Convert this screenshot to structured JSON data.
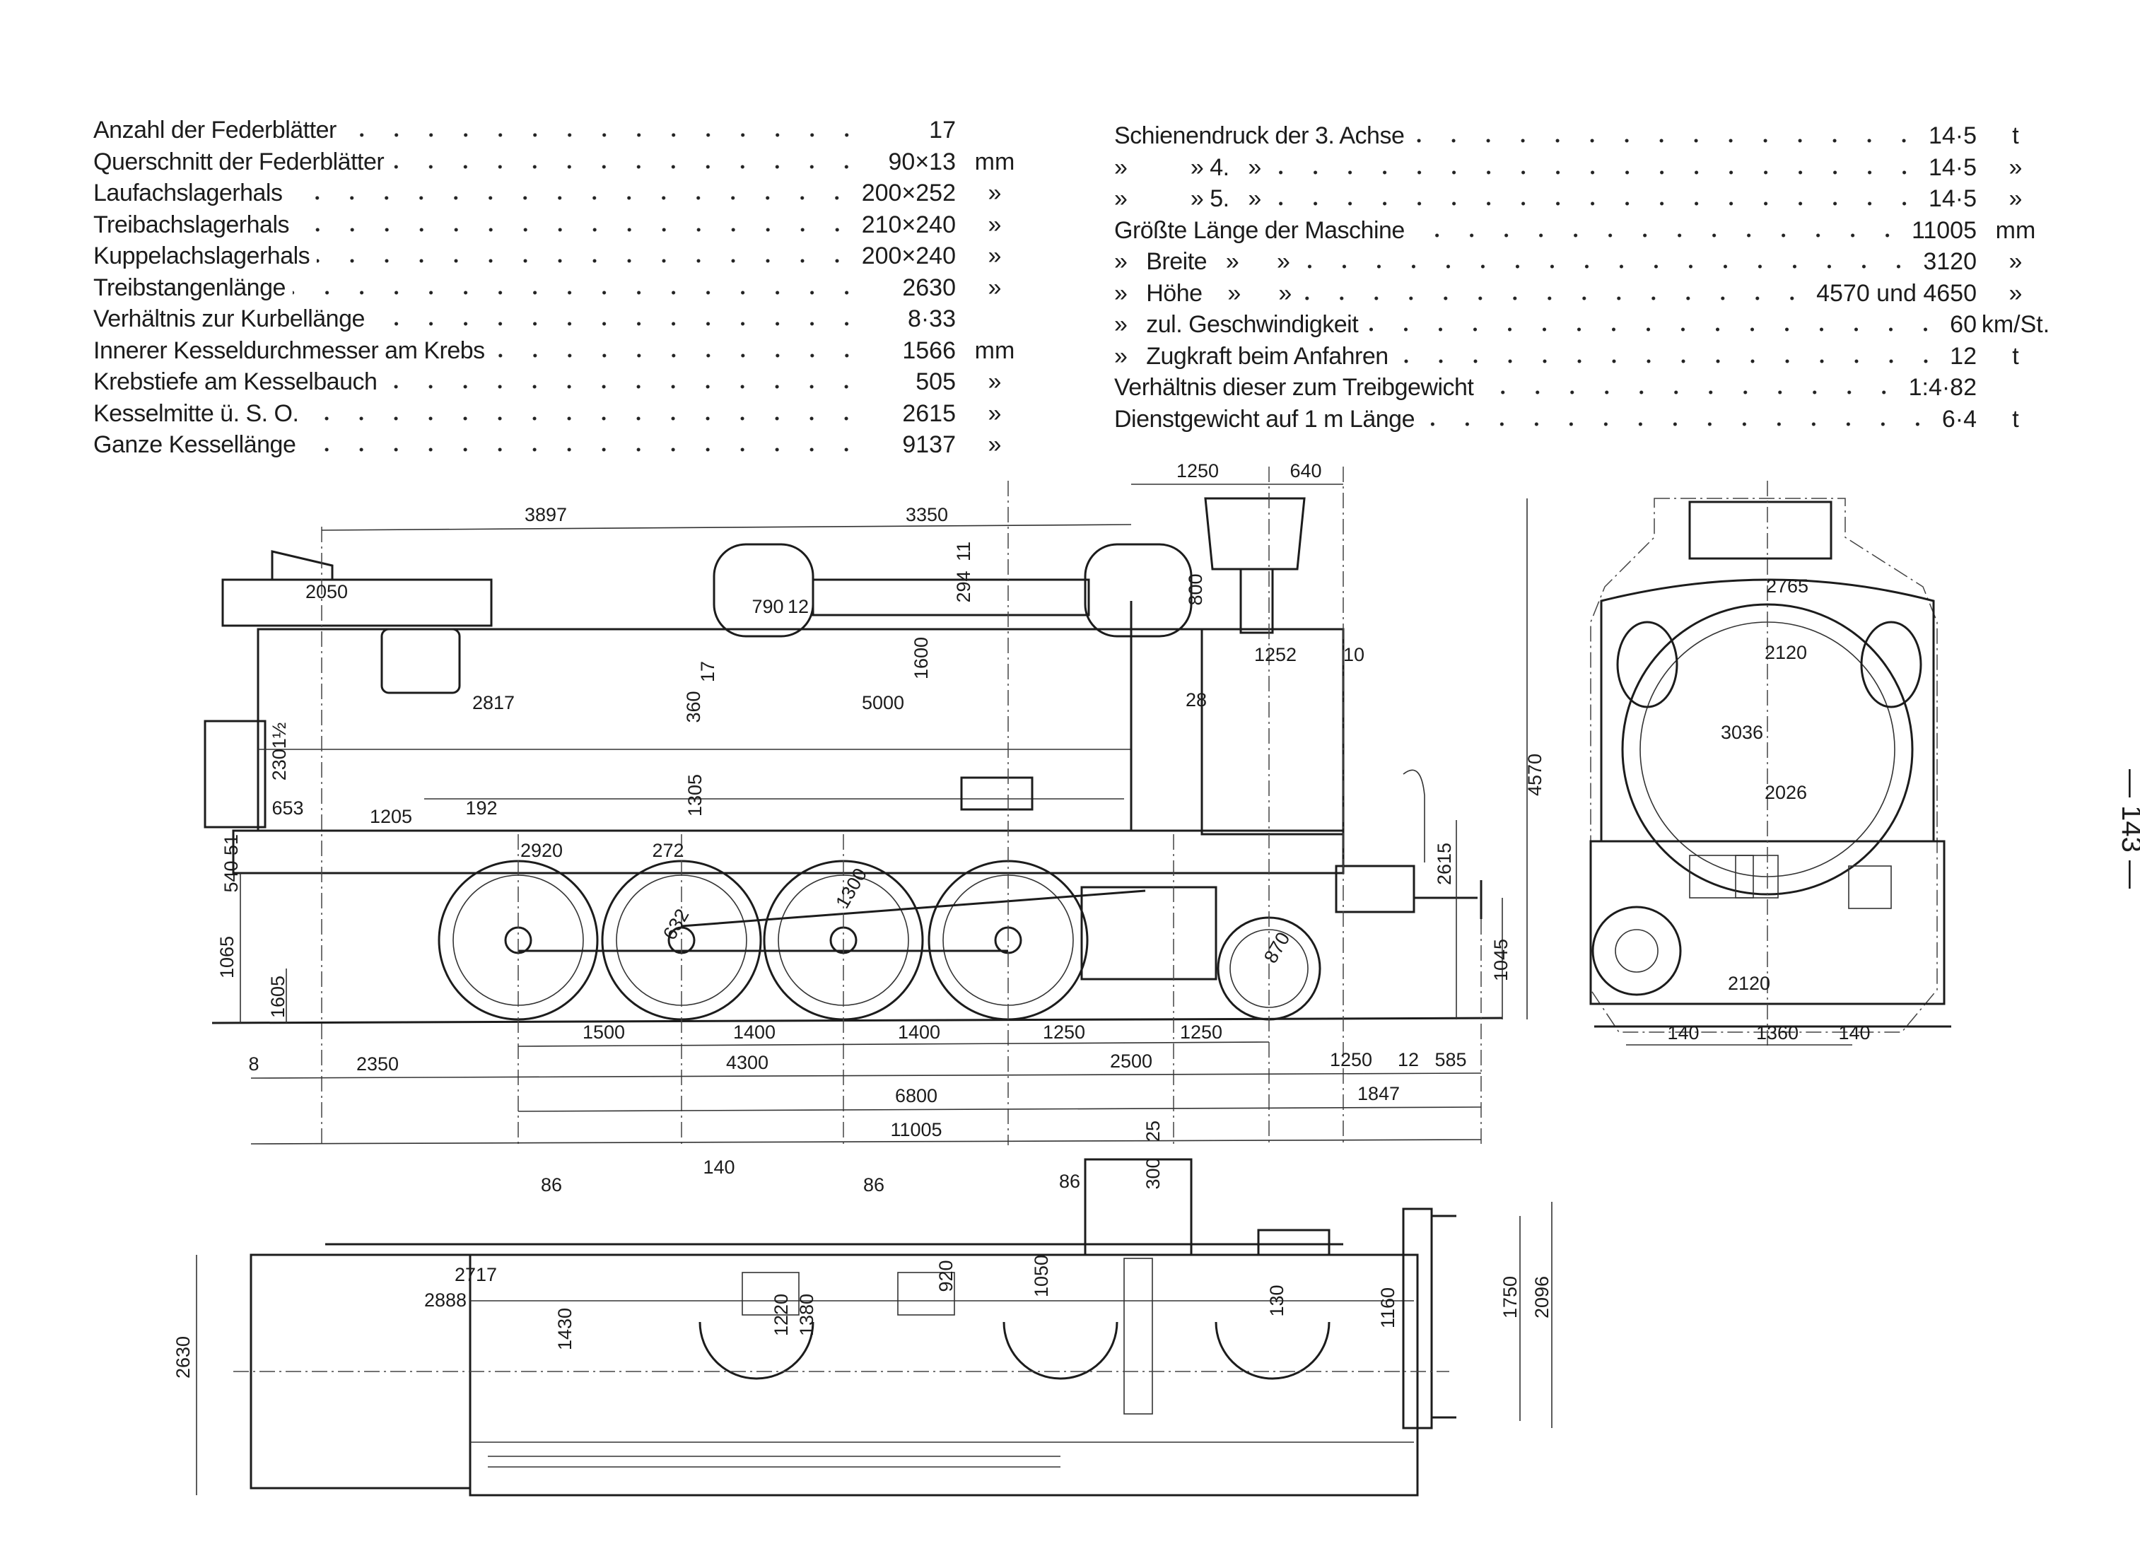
{
  "specs_left": [
    {
      "label": "Anzahl der Federblätter",
      "value": "17",
      "unit": ""
    },
    {
      "label": "Querschnitt der Federblätter",
      "value": "90×13",
      "unit": "mm"
    },
    {
      "label": "Laufachslagerhals",
      "value": "200×252",
      "unit": "»"
    },
    {
      "label": "Treibachslagerhals",
      "value": "210×240",
      "unit": "»"
    },
    {
      "label": "Kuppelachslagerhals",
      "value": "200×240",
      "unit": "»"
    },
    {
      "label": "Treibstangenlänge",
      "value": "2630",
      "unit": "»"
    },
    {
      "label": "Verhältnis zur Kurbellänge",
      "value": "8·33",
      "unit": ""
    },
    {
      "label": "Innerer Kesseldurchmesser am Krebs",
      "value": "1566",
      "unit": "mm"
    },
    {
      "label": "Krebstiefe am Kesselbauch",
      "value": "505",
      "unit": "»"
    },
    {
      "label": "Kesselmitte ü. S. O.",
      "value": "2615",
      "unit": "»"
    },
    {
      "label": "Ganze Kessellänge",
      "value": "9137",
      "unit": "»"
    }
  ],
  "specs_right": [
    {
      "label": "Schienendruck der 3. Achse",
      "value": "14·5",
      "unit": "t"
    },
    {
      "label": "»          » 4.   »",
      "value": "14·5",
      "unit": "»"
    },
    {
      "label": "»          » 5.   »",
      "value": "14·5",
      "unit": "»"
    },
    {
      "label": "Größte Länge der Maschine",
      "value": "11005",
      "unit": "mm"
    },
    {
      "label": "»   Breite   »      »",
      "value": "3120",
      "unit": "»"
    },
    {
      "label": "»   Höhe    »      »",
      "value": "4570 und 4650",
      "unit": "»"
    },
    {
      "label": "»   zul. Geschwindigkeit",
      "value": "60",
      "unit": "km/St."
    },
    {
      "label": "»   Zugkraft beim Anfahren",
      "value": "12",
      "unit": "t"
    },
    {
      "label": "Verhältnis dieser zum Treibgewicht",
      "value": "1:4·82",
      "unit": ""
    },
    {
      "label": "Dienstgewicht auf 1 m Länge",
      "value": "6·4",
      "unit": "t"
    }
  ],
  "drawing": {
    "side_view_dimensions": [
      "3897",
      "3350",
      "1250",
      "640",
      "2050",
      "790",
      "12",
      "294",
      "11",
      "800",
      "1600",
      "5000",
      "2817",
      "1252",
      "28",
      "10",
      "360",
      "17",
      "2301½",
      "653",
      "1205",
      "192",
      "1305",
      "2920",
      "272",
      "540",
      "51",
      "1065",
      "1605",
      "1300",
      "632",
      "870",
      "4570",
      "2615",
      "1045"
    ],
    "bottom_dimensions": [
      "1500",
      "1400",
      "1400",
      "1250",
      "1250",
      "8",
      "2350",
      "4300",
      "2500",
      "1250",
      "12",
      "585",
      "6800",
      "1847",
      "11005"
    ],
    "front_view_dimensions": [
      "2765",
      "2120",
      "3036",
      "2026",
      "2120",
      "140",
      "1360",
      "140"
    ],
    "plan_view_dimensions": [
      "2630",
      "1750",
      "2096",
      "2888",
      "2717",
      "140",
      "86",
      "86",
      "86",
      "300",
      "1050",
      "920",
      "1220",
      "1380",
      "1160",
      "1430",
      "130",
      "25"
    ]
  },
  "page_number": "— 143 —"
}
